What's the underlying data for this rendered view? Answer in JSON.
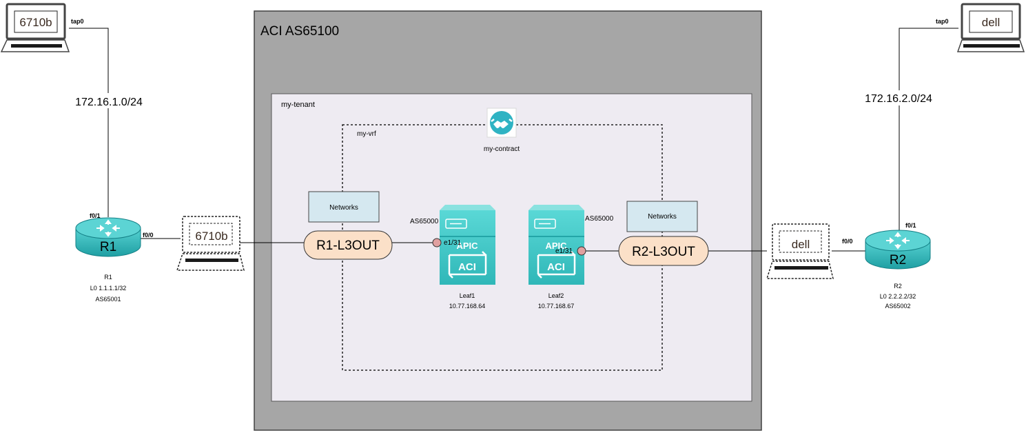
{
  "fabric": {
    "title": "ACI AS65100"
  },
  "tenant": {
    "name": "my-tenant"
  },
  "vrf": {
    "name": "my-vrf"
  },
  "contract": {
    "name": "my-contract"
  },
  "top_left_host": {
    "label": "6710b",
    "interface": "tap0"
  },
  "top_right_host": {
    "label": "dell",
    "interface": "tap0"
  },
  "subnet_left": "172.16.1.0/24",
  "subnet_right": "172.16.2.0/24",
  "r1": {
    "label": "R1",
    "port_up": "f0/1",
    "port_side": "f0/0",
    "caption_name": "R1",
    "caption_loopback": "L0 1.1.1.1/32",
    "caption_as": "AS65001"
  },
  "r2": {
    "label": "R2",
    "port_up": "f0/1",
    "port_side": "f0/0",
    "caption_name": "R2",
    "caption_loopback": "L0 2.2.2.2/32",
    "caption_as": "AS65002"
  },
  "mid_left_host": {
    "label": "6710b"
  },
  "mid_right_host": {
    "label": "dell"
  },
  "l3out_left": {
    "label": "R1-L3OUT",
    "networks_label": "Networks"
  },
  "l3out_right": {
    "label": "R2-L3OUT",
    "networks_label": "Networks"
  },
  "leaf1": {
    "apic_text": "APIC",
    "aci_text": "ACI",
    "as": "AS65000",
    "port": "e1/31",
    "name": "Leaf1",
    "ip": "10.77.168.64"
  },
  "leaf2": {
    "apic_text": "APIC",
    "aci_text": "ACI",
    "as": "AS65000",
    "port": "e1/31",
    "name": "Leaf2",
    "ip": "10.77.168.67"
  },
  "colors": {
    "fabric_fill": "#a6a6a6",
    "tenant_fill": "#eeebf2",
    "networks_fill": "#d5e8f0",
    "l3out_fill": "#fbe0c8",
    "leaf_fill": "#3cc5c5",
    "router_fill": "#3fc6c6",
    "port_dot": "#e0a0a0"
  }
}
